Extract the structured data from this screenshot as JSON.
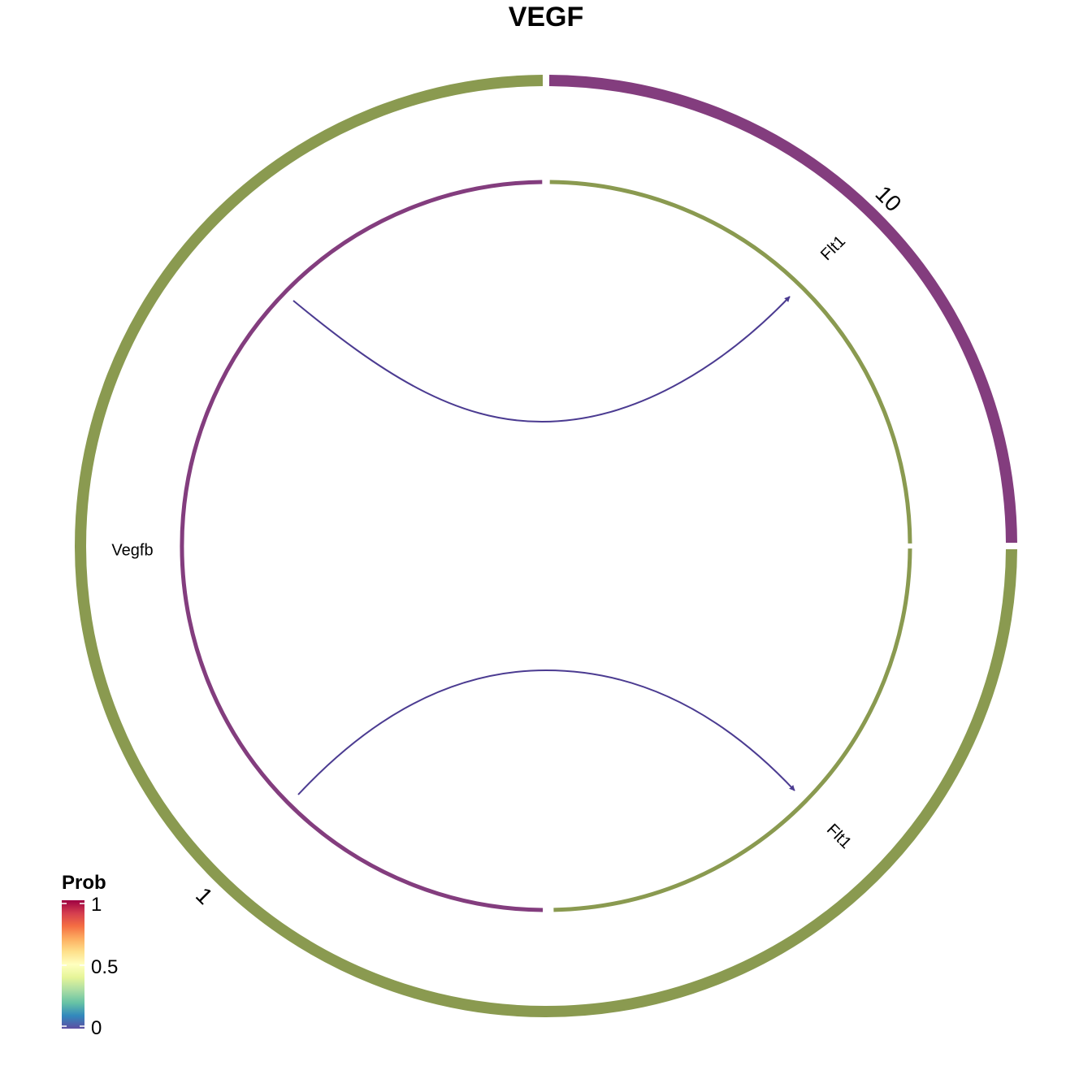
{
  "title": "VEGF",
  "colors": {
    "sector_source": "#8A9A50",
    "sector_target": "#833D7E",
    "link": "#4B3B91"
  },
  "sectors": [
    {
      "label": "1",
      "role": "sender"
    },
    {
      "label": "10",
      "role": "receiver"
    }
  ],
  "genes": {
    "ligand": "Vegfb",
    "receptor_upper": "Flt1",
    "receptor_lower": "Flt1"
  },
  "links": [
    {
      "from": "Vegfb",
      "to": "Flt1",
      "prob": 0.03
    },
    {
      "from": "Vegfb",
      "to": "Flt1",
      "prob": 0.03
    }
  ],
  "legend": {
    "title": "Prob",
    "ticks": [
      "1",
      "0.5",
      "0"
    ],
    "stops": [
      "#9E0142",
      "#D53E4F",
      "#F46D43",
      "#FDAE61",
      "#FEE08B",
      "#FFFFBF",
      "#E6F598",
      "#ABDDA4",
      "#66C2A5",
      "#3288BD",
      "#5E4FA2"
    ]
  }
}
